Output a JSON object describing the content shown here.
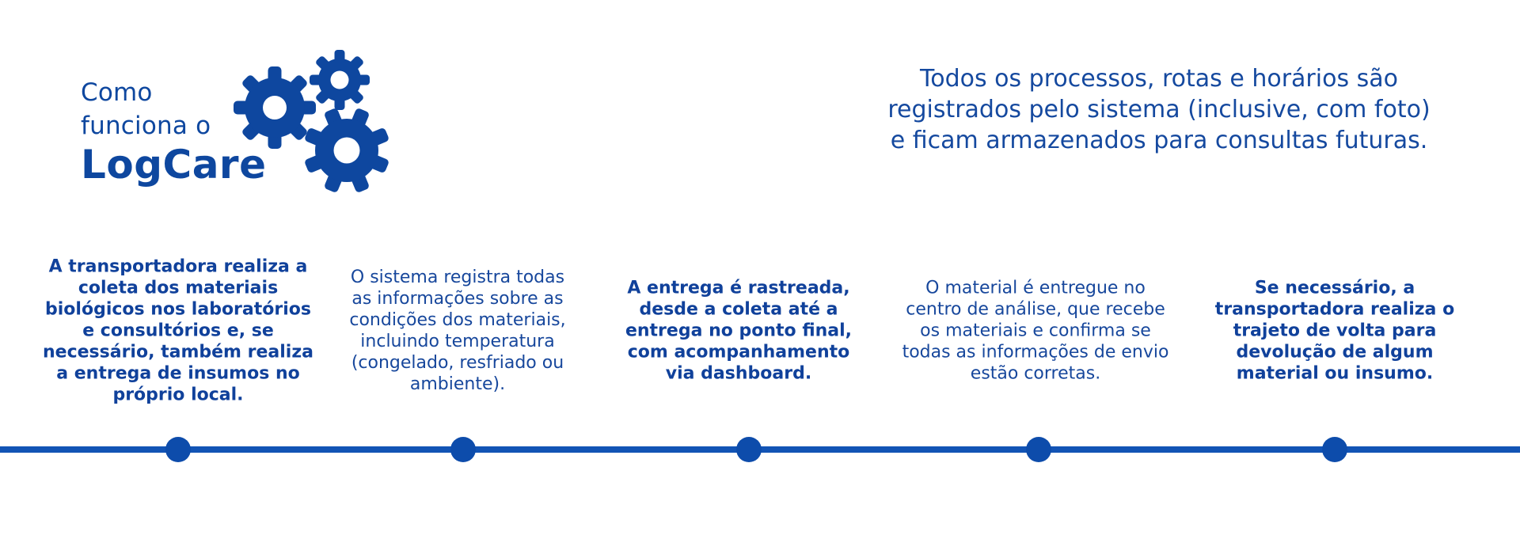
{
  "brand": {
    "title_line1": "Como",
    "title_line2": "funciona o",
    "title_line3": "LogCare",
    "icon": "gears-icon"
  },
  "intro": {
    "lines": [
      "Todos os processos, rotas e horários são",
      "registrados pelo sistema (inclusive, com foto)",
      "e ficam armazenados para consultas futuras."
    ]
  },
  "steps": [
    {
      "text": "A transportadora realiza a coleta dos materiais biológicos nos laboratórios e consultórios e, se necessário, também realiza a entrega de insumos no próprio local.",
      "emphasis": true
    },
    {
      "text": "O sistema registra todas as informações sobre as condições dos materiais, incluindo temperatura (congelado, resfriado ou ambiente).",
      "emphasis": false
    },
    {
      "text": "A entrega é rastreada, desde a coleta até a entrega no ponto final, com acompanhamento via dashboard.",
      "emphasis": true
    },
    {
      "text": "O material é entregue no centro de análise, que recebe os materiais e confirma se todas as informações de envio estão corretas.",
      "emphasis": false
    },
    {
      "text": "Se necessário, a transportadora realiza o trajeto de volta para devolução de algum material ou insumo.",
      "emphasis": true
    }
  ],
  "timeline": {
    "dot_count": 5
  },
  "colors": {
    "text_blue": "#0e479f",
    "line_blue": "#1254b5",
    "dot_blue": "#0d4cab",
    "background": "#ffffff"
  }
}
